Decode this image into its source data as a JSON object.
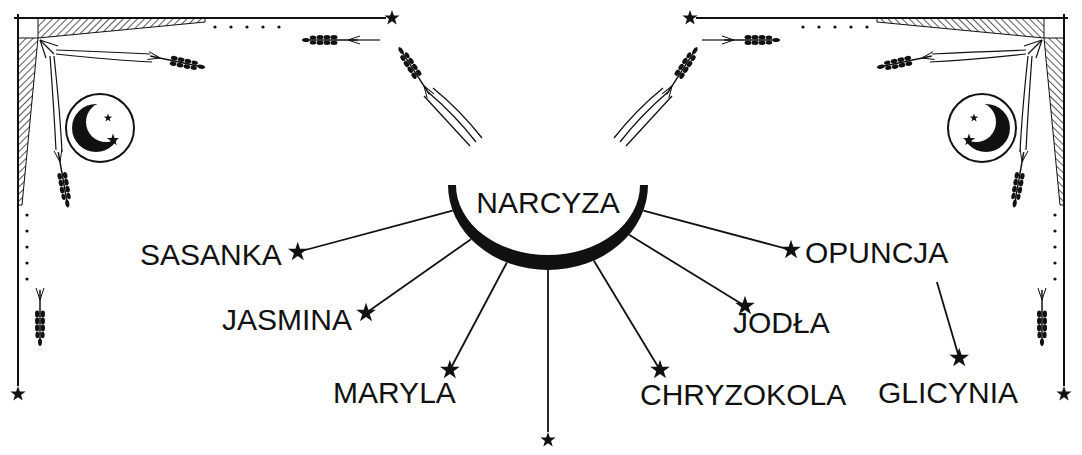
{
  "diagram": {
    "nodes": [
      {
        "text": [
          "NARCYZA"
        ]
      },
      {
        "text": [
          "SASANKA"
        ]
      },
      {
        "text": [
          "JASMINA"
        ]
      },
      {
        "text": [
          "MARYLA"
        ]
      },
      {
        "text": [
          "CHRYZOKOLA"
        ]
      },
      {
        "text": [
          "JODŁA"
        ]
      },
      {
        "text": [
          "OPUNCJA"
        ]
      },
      {
        "text": [
          "GLICYNIA"
        ]
      }
    ],
    "edges": [
      {
        "from": 0,
        "to": 1,
        "arrow": "to"
      },
      {
        "from": 0,
        "to": 2,
        "arrow": "to"
      },
      {
        "from": 0,
        "to": 3,
        "arrow": "to"
      },
      {
        "from": 0,
        "to": 4,
        "arrow": "to"
      },
      {
        "from": 0,
        "to": 5,
        "arrow": "to"
      },
      {
        "from": 0,
        "to": 6,
        "arrow": "to"
      },
      {
        "from": 6,
        "to": 7,
        "arrow": "to"
      }
    ]
  }
}
